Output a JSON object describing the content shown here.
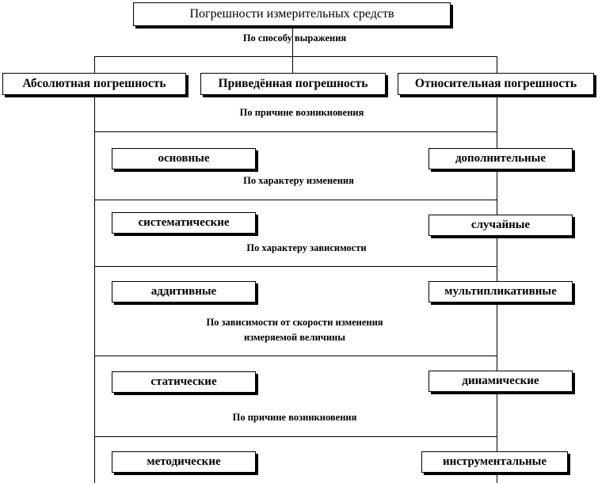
{
  "title": "Погрешности измерительных средств",
  "labels": {
    "by_expression": "По способу выражения",
    "by_cause_1": "По причине возникновения",
    "by_change": "По характеру изменения",
    "by_dependence": "По характеру зависимости",
    "by_speed_line1": "По зависимости от скорости изменения",
    "by_speed_line2": "измеряемой величины",
    "by_cause_2": "По причине возникновения"
  },
  "level1": {
    "absolute": "Абсолютная погрешность",
    "reduced": "Приведённая погрешность",
    "relative": "Относительная погрешность"
  },
  "pairs": {
    "basic": "основные",
    "additional": "дополнительные",
    "systematic": "систематические",
    "random": "случайные",
    "additive": "аддитивные",
    "multiplicative": "мультипликативные",
    "static": "статические",
    "dynamic": "динамические",
    "methodical": "методические",
    "instrumental": "инструментальные"
  }
}
